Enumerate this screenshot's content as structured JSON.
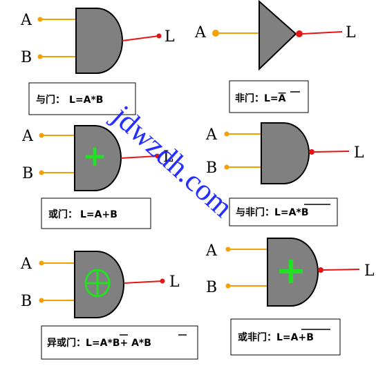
{
  "colors": {
    "gate_fill": "#808080",
    "gate_stroke": "#000000",
    "input_wire": "#f5a000",
    "output_wire": "#e41414",
    "symbol": "#22e022",
    "watermark": "#1a25ff"
  },
  "gates": {
    "and": {
      "in_a": "A",
      "in_b": "B",
      "out": "L",
      "caption_name": "与门：",
      "caption_formula": "L=A*B"
    },
    "not": {
      "in_a": "A",
      "out": "L",
      "caption_name": "非门：",
      "caption_formula": "L=",
      "caption_bar": "A"
    },
    "or": {
      "in_a": "A",
      "in_b": "B",
      "out": "L",
      "symbol": "+",
      "caption_name": "或门：",
      "caption_formula": "L=A+B"
    },
    "nand": {
      "in_a": "A",
      "in_b": "B",
      "out": "L",
      "caption_name": "与非门：",
      "caption_formula": "L=",
      "caption_bar": "A*B"
    },
    "xor": {
      "in_a": "A",
      "in_b": "B",
      "out": "L",
      "symbol": "⊕",
      "caption_name": "异或门：",
      "caption_f1": "L=",
      "caption_bar1": "A",
      "caption_f2": "*B+ A*",
      "caption_bar2": "B"
    },
    "nor": {
      "in_a": "A",
      "in_b": "B",
      "out": "L",
      "symbol": "+",
      "caption_name": "或非门：",
      "caption_formula": "L=",
      "caption_bar": "A+B"
    }
  },
  "watermark": "jdwzdh.com"
}
